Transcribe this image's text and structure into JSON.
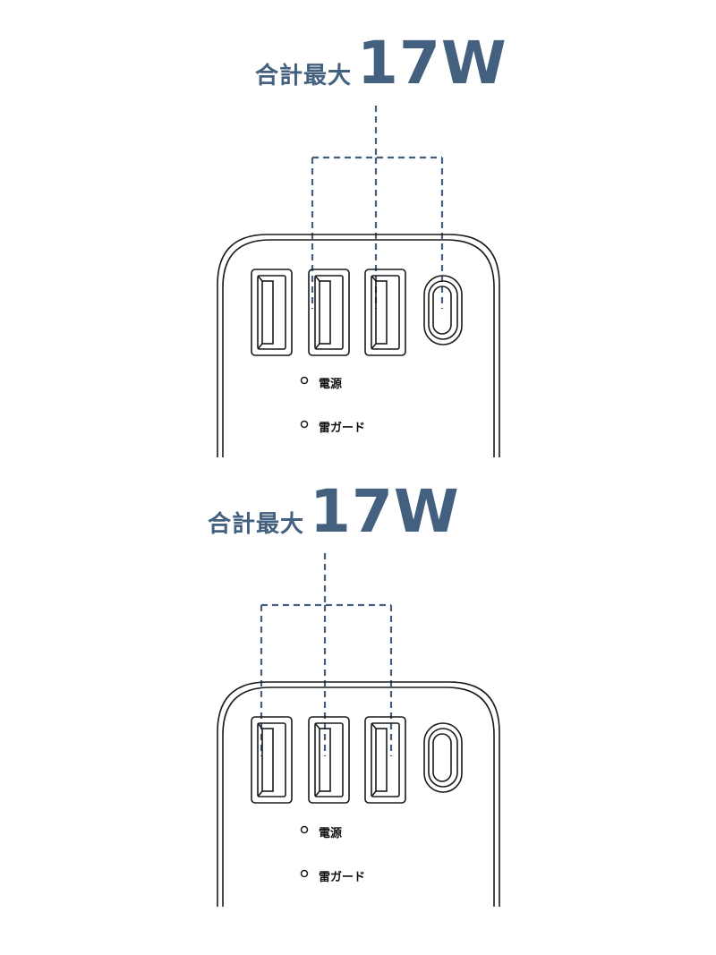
{
  "panels": [
    {
      "heading": {
        "prefix": "合計最大",
        "value": "17W"
      },
      "indicators": {
        "power": "電源",
        "surge": "雷ガード"
      },
      "bracketed_ports": [
        "usb-a-2",
        "usb-a-3",
        "usb-c"
      ]
    },
    {
      "heading": {
        "prefix": "合計最大",
        "value": "17W"
      },
      "indicators": {
        "power": "電源",
        "surge": "雷ガード"
      },
      "bracketed_ports": [
        "usb-a-1",
        "usb-a-2",
        "usb-a-3"
      ]
    }
  ],
  "colors": {
    "accent": "#43607f",
    "outline": "#1a1a1a",
    "background": "#ffffff"
  }
}
